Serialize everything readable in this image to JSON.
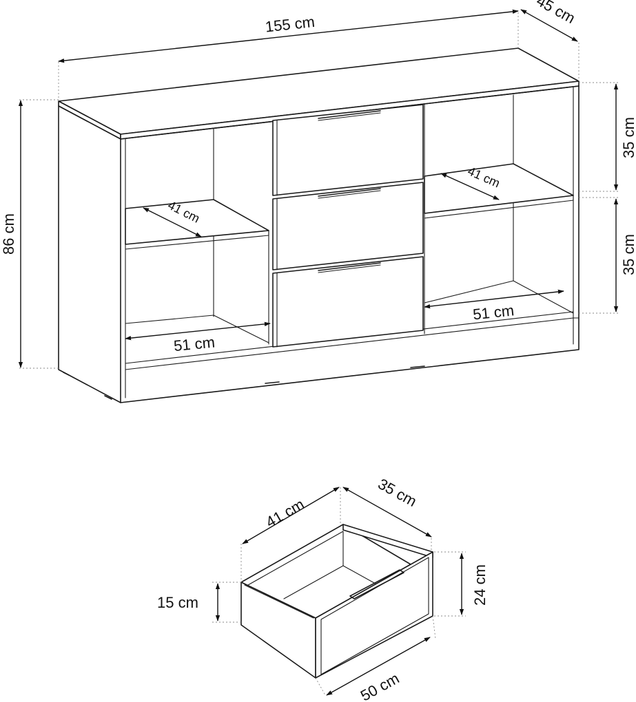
{
  "dimensions": {
    "width": "155 cm",
    "depth": "45 cm",
    "height": "86 cm",
    "upper_compartment": "35 cm",
    "lower_compartment": "35 cm",
    "left_shelf_depth": "41 cm",
    "right_shelf_depth": "41 cm",
    "left_compartment_width": "51 cm",
    "right_compartment_width": "51 cm"
  },
  "drawer": {
    "depth": "41 cm",
    "inner_depth": "35 cm",
    "front_height": "24 cm",
    "side_height": "15 cm",
    "width": "50 cm"
  }
}
